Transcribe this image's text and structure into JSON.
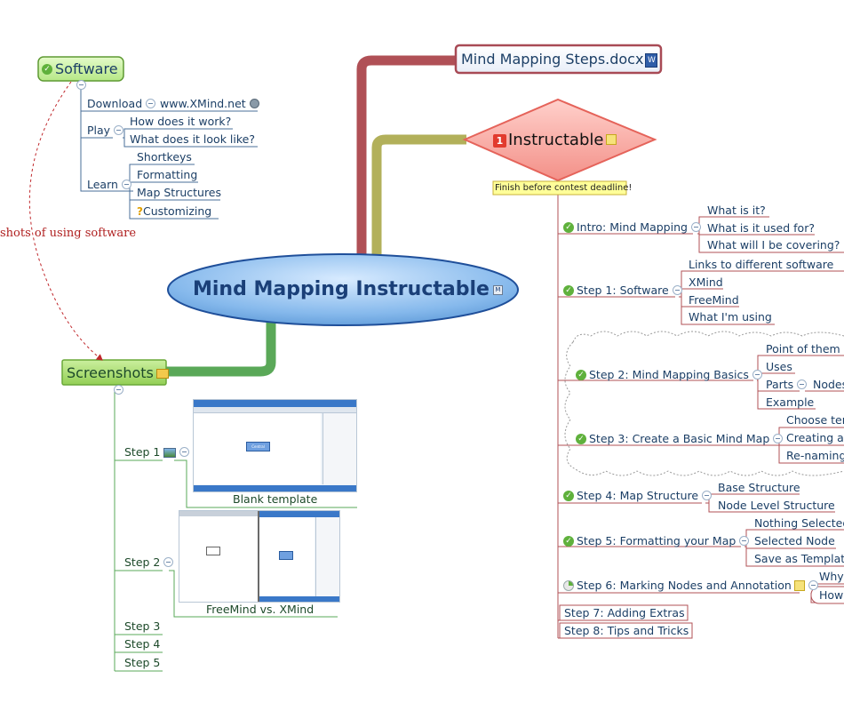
{
  "central": {
    "label": "Mind Mapping Instructable",
    "marker_icon": "m-marker-icon"
  },
  "docx": {
    "label": "Mind Mapping Steps.docx",
    "icon": "attachment-icon"
  },
  "instructable": {
    "label": "Instructable",
    "priority": "1",
    "callout": "Finish before contest deadline!"
  },
  "software": {
    "label": "Software",
    "download": {
      "label": "Download",
      "link": "www.XMind.net"
    },
    "play": {
      "label": "Play",
      "items": [
        "How does it work?",
        "What does it look like?"
      ]
    },
    "learn": {
      "label": "Learn",
      "items": [
        "Shortkeys",
        "Formatting",
        "Map Structures",
        "Customizing"
      ]
    }
  },
  "relationship_label": "shots of using software",
  "screenshots": {
    "label": "Screenshots",
    "steps": [
      "Step 1",
      "Step 2",
      "Step 3",
      "Step 4",
      "Step 5"
    ],
    "captions": [
      "Blank template",
      "FreeMind vs. XMind"
    ],
    "thumb_text": "Central Topic"
  },
  "steps": {
    "intro": {
      "label": "Intro: Mind Mapping",
      "items": [
        "What is it?",
        "What is it used for?",
        "What will I be covering?"
      ]
    },
    "s1": {
      "label": "Step 1: Software",
      "items": [
        "Links to different software",
        "XMind",
        "FreeMind",
        "What I'm using"
      ]
    },
    "s2": {
      "label": "Step 2: Mind Mapping Basics",
      "items": [
        "Point of them",
        "Uses",
        "Parts",
        "Example"
      ],
      "parts_child": "Nodes"
    },
    "s3": {
      "label": "Step 3: Create a Basic Mind Map",
      "items": [
        "Choose ter",
        "Creating a",
        "Re-naming"
      ]
    },
    "s4": {
      "label": "Step 4: Map Structure",
      "items": [
        "Base Structure",
        "Node Level Structure"
      ]
    },
    "s5": {
      "label": "Step 5: Formatting your Map",
      "items": [
        "Nothing Selected",
        "Selected Node",
        "Save as Templat"
      ]
    },
    "s6": {
      "label": "Step 6: Marking Nodes and Annotation",
      "items": [
        "Why",
        "How"
      ]
    },
    "s7": {
      "label": "Step 7: Adding Extras"
    },
    "s8": {
      "label": "Step 8: Tips and Tricks"
    }
  },
  "colors": {
    "central_fill": "#7fb3ea",
    "central_text": "#1a3f78",
    "software_fill": "#c9f0a0",
    "screenshots_fill": "#a9dc6f",
    "instructable_fill": "#f9a6a0",
    "docx_border": "#a84a55",
    "branch_red": "#b05056",
    "branch_olive": "#b2b05a",
    "branch_green": "#5aa858",
    "branch_blue": "#6a86a8"
  }
}
